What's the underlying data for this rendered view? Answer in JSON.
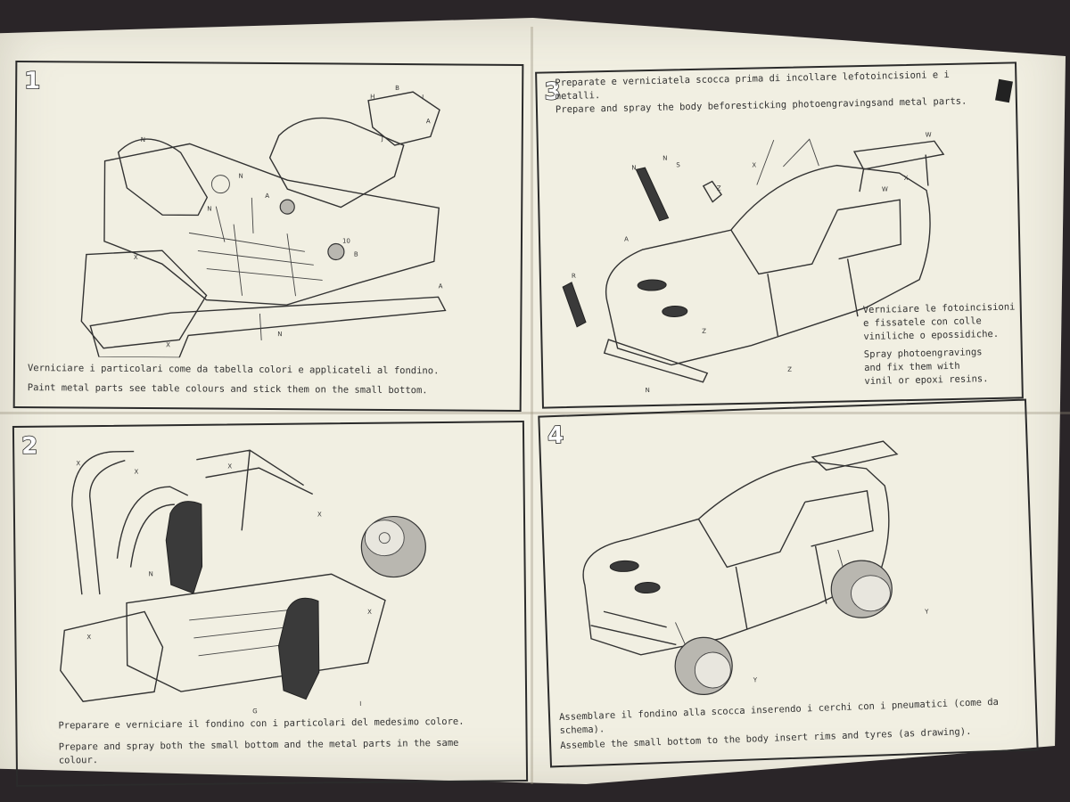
{
  "steps": [
    {
      "number": "1",
      "text_it": "Verniciare i particolari come da tabella colori e applicateli al fondino.",
      "text_en": "Paint metal parts see table colours and stick them on the small bottom.",
      "labels": [
        "N",
        "N",
        "N",
        "N",
        "A",
        "A",
        "B",
        "B",
        "I",
        "H",
        "J",
        "X",
        "X",
        "10",
        "A"
      ]
    },
    {
      "number": "3",
      "header_it": "Preparate e verniciatela scocca prima di incollare lefotoincisioni e i\nmetalli.",
      "header_en": "Prepare and spray the body beforesticking photoengravingsand metal parts.",
      "note_it": "Verniciare le fotoincisioni\ne fissatele con colle\nviniliche o epossidiche.",
      "note_en": "Spray photoengravings\nand fix them with\nvinil or epoxi resins.",
      "labels": [
        "N",
        "N",
        "S",
        "X",
        "Z",
        "W",
        "W",
        "X",
        "R",
        "A",
        "N",
        "Z",
        "Z"
      ]
    },
    {
      "number": "2",
      "text_it": "Preparare e verniciare il fondino con i particolari del medesimo colore.",
      "text_en": "Prepare and spray both the small bottom and the metal parts in the same\ncolour.",
      "labels": [
        "X",
        "X",
        "X",
        "X",
        "N",
        "X",
        "X",
        "G",
        "I"
      ]
    },
    {
      "number": "4",
      "text_it": "Assemblare il fondino alla scocca inserendo i cerchi con i pneumatici (come da\nschema).",
      "text_en": "Assemble the small bottom to the body insert rims and tyres (as drawing).",
      "labels": [
        "Y",
        "Y"
      ]
    }
  ]
}
